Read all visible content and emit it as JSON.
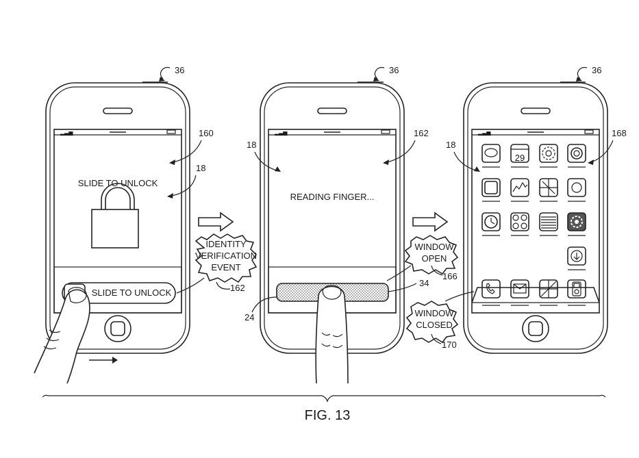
{
  "figure": {
    "caption": "FIG. 13"
  },
  "phone1": {
    "ref_device": "36",
    "ref_screen": "160",
    "ref_display": "18",
    "screen_text": "SLIDE TO UNLOCK",
    "slider_text": "SLIDE TO UNLOCK"
  },
  "event_bubble": {
    "line1": "IDENTITY",
    "line2": "VERIFICATION",
    "line3": "EVENT",
    "ref": "162"
  },
  "phone2": {
    "ref_device": "36",
    "ref_screen": "162",
    "ref_display": "18",
    "screen_text": "READING FINGER...",
    "ref_sensor": "24",
    "ref_window": "34"
  },
  "window_open_bubble": {
    "line1": "WINDOW",
    "line2": "OPEN",
    "ref": "166"
  },
  "window_closed_bubble": {
    "line1": "WINDOW",
    "line2": "CLOSED",
    "ref": "170"
  },
  "phone3": {
    "ref_device": "36",
    "ref_screen": "168",
    "ref_display": "18",
    "calendar_date": "29"
  }
}
